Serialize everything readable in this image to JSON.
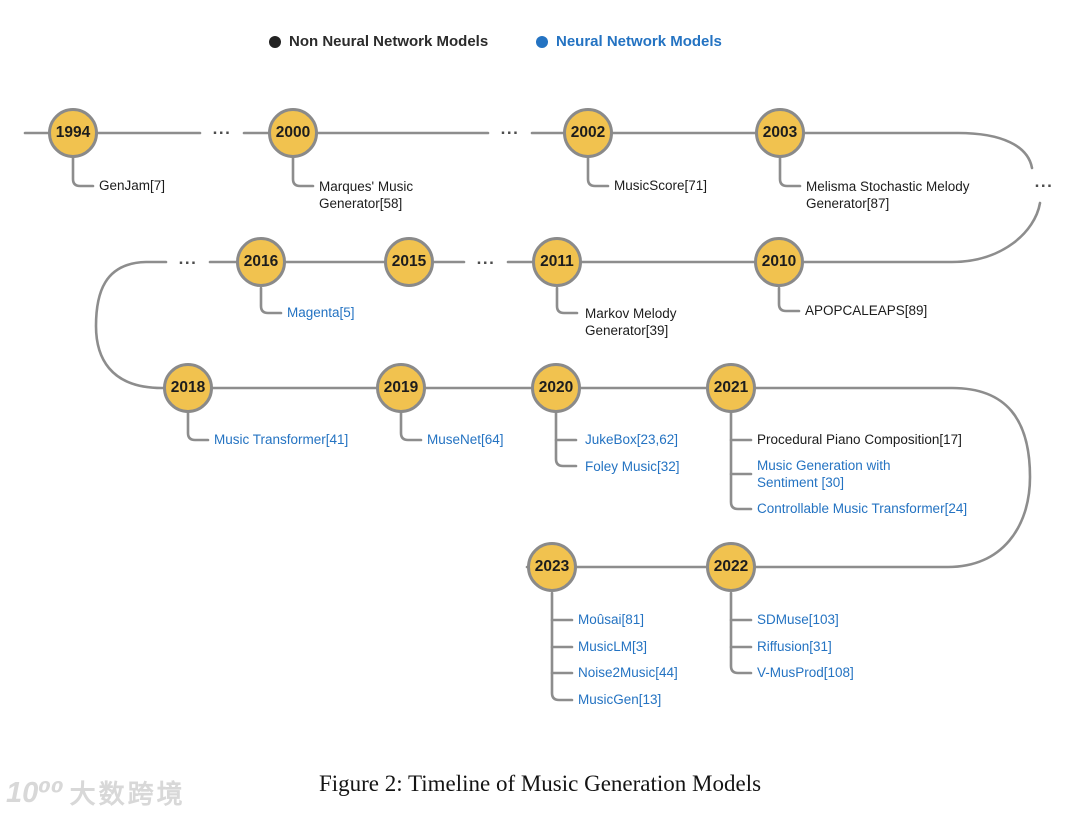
{
  "legend": {
    "non_neural": {
      "label": "Non Neural Network Models",
      "color": "#222222"
    },
    "neural": {
      "label": "Neural Network Models",
      "color": "#2473C2"
    }
  },
  "ellipsis": "...",
  "nodes": [
    {
      "year": "1994",
      "models": [
        {
          "label": "GenJam[7]",
          "type": "non-neural"
        }
      ]
    },
    {
      "year": "2000",
      "models": [
        {
          "label": "Marques' Music Generator[58]",
          "type": "non-neural"
        }
      ]
    },
    {
      "year": "2002",
      "models": [
        {
          "label": "MusicScore[71]",
          "type": "non-neural"
        }
      ]
    },
    {
      "year": "2003",
      "models": [
        {
          "label": "Melisma Stochastic Melody Generator[87]",
          "type": "non-neural"
        }
      ]
    },
    {
      "year": "2016",
      "models": [
        {
          "label": "Magenta[5]",
          "type": "neural"
        }
      ]
    },
    {
      "year": "2015",
      "models": []
    },
    {
      "year": "2011",
      "models": [
        {
          "label": "Markov Melody Generator[39]",
          "type": "non-neural"
        }
      ]
    },
    {
      "year": "2010",
      "models": [
        {
          "label": "APOPCALEAPS[89]",
          "type": "non-neural"
        }
      ]
    },
    {
      "year": "2018",
      "models": [
        {
          "label": "Music Transformer[41]",
          "type": "neural"
        }
      ]
    },
    {
      "year": "2019",
      "models": [
        {
          "label": "MuseNet[64]",
          "type": "neural"
        }
      ]
    },
    {
      "year": "2020",
      "models": [
        {
          "label": "JukeBox[23,62]",
          "type": "neural"
        },
        {
          "label": "Foley Music[32]",
          "type": "neural"
        }
      ]
    },
    {
      "year": "2021",
      "models": [
        {
          "label": "Procedural Piano Composition[17]",
          "type": "non-neural"
        },
        {
          "label": "Music Generation with Sentiment [30]",
          "type": "neural"
        },
        {
          "label": "Controllable Music Transformer[24]",
          "type": "neural"
        }
      ]
    },
    {
      "year": "2023",
      "models": [
        {
          "label": "Moûsai[81]",
          "type": "neural"
        },
        {
          "label": "MusicLM[3]",
          "type": "neural"
        },
        {
          "label": "Noise2Music[44]",
          "type": "neural"
        },
        {
          "label": "MusicGen[13]",
          "type": "neural"
        }
      ]
    },
    {
      "year": "2022",
      "models": [
        {
          "label": "SDMuse[103]",
          "type": "neural"
        },
        {
          "label": "Riffusion[31]",
          "type": "neural"
        },
        {
          "label": "V-MusProd[108]",
          "type": "neural"
        }
      ]
    }
  ],
  "caption": "Figure 2: Timeline of Music Generation Models",
  "watermark": {
    "logo": "10⁰⁰",
    "text": "大数跨境"
  },
  "colors": {
    "node_fill": "#F1C24F",
    "node_border": "#8a8a8a",
    "line": "#8d8d8d",
    "neural_text": "#2473C2",
    "non_neural_text": "#1c1c1c"
  }
}
